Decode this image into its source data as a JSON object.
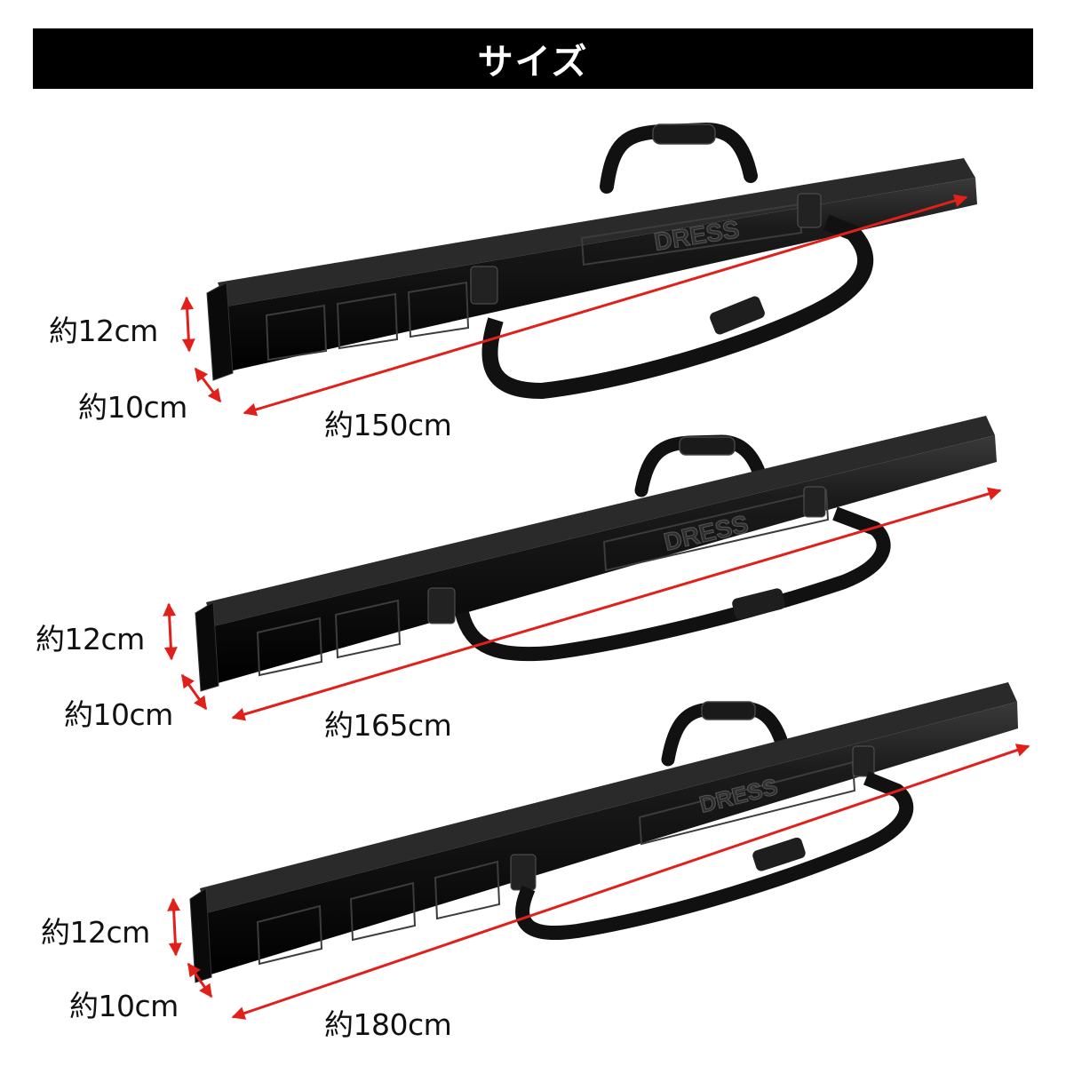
{
  "header": {
    "title": "サイズ"
  },
  "colors": {
    "accent": "#e0201b",
    "case": "#111111",
    "header_bg": "#000000"
  },
  "products": [
    {
      "brand": "DRESS",
      "height": "約12cm",
      "depth": "約10cm",
      "length": "約150cm"
    },
    {
      "brand": "DRESS",
      "height": "約12cm",
      "depth": "約10cm",
      "length": "約165cm"
    },
    {
      "brand": "DRESS",
      "height": "約12cm",
      "depth": "約10cm",
      "length": "約180cm"
    }
  ]
}
